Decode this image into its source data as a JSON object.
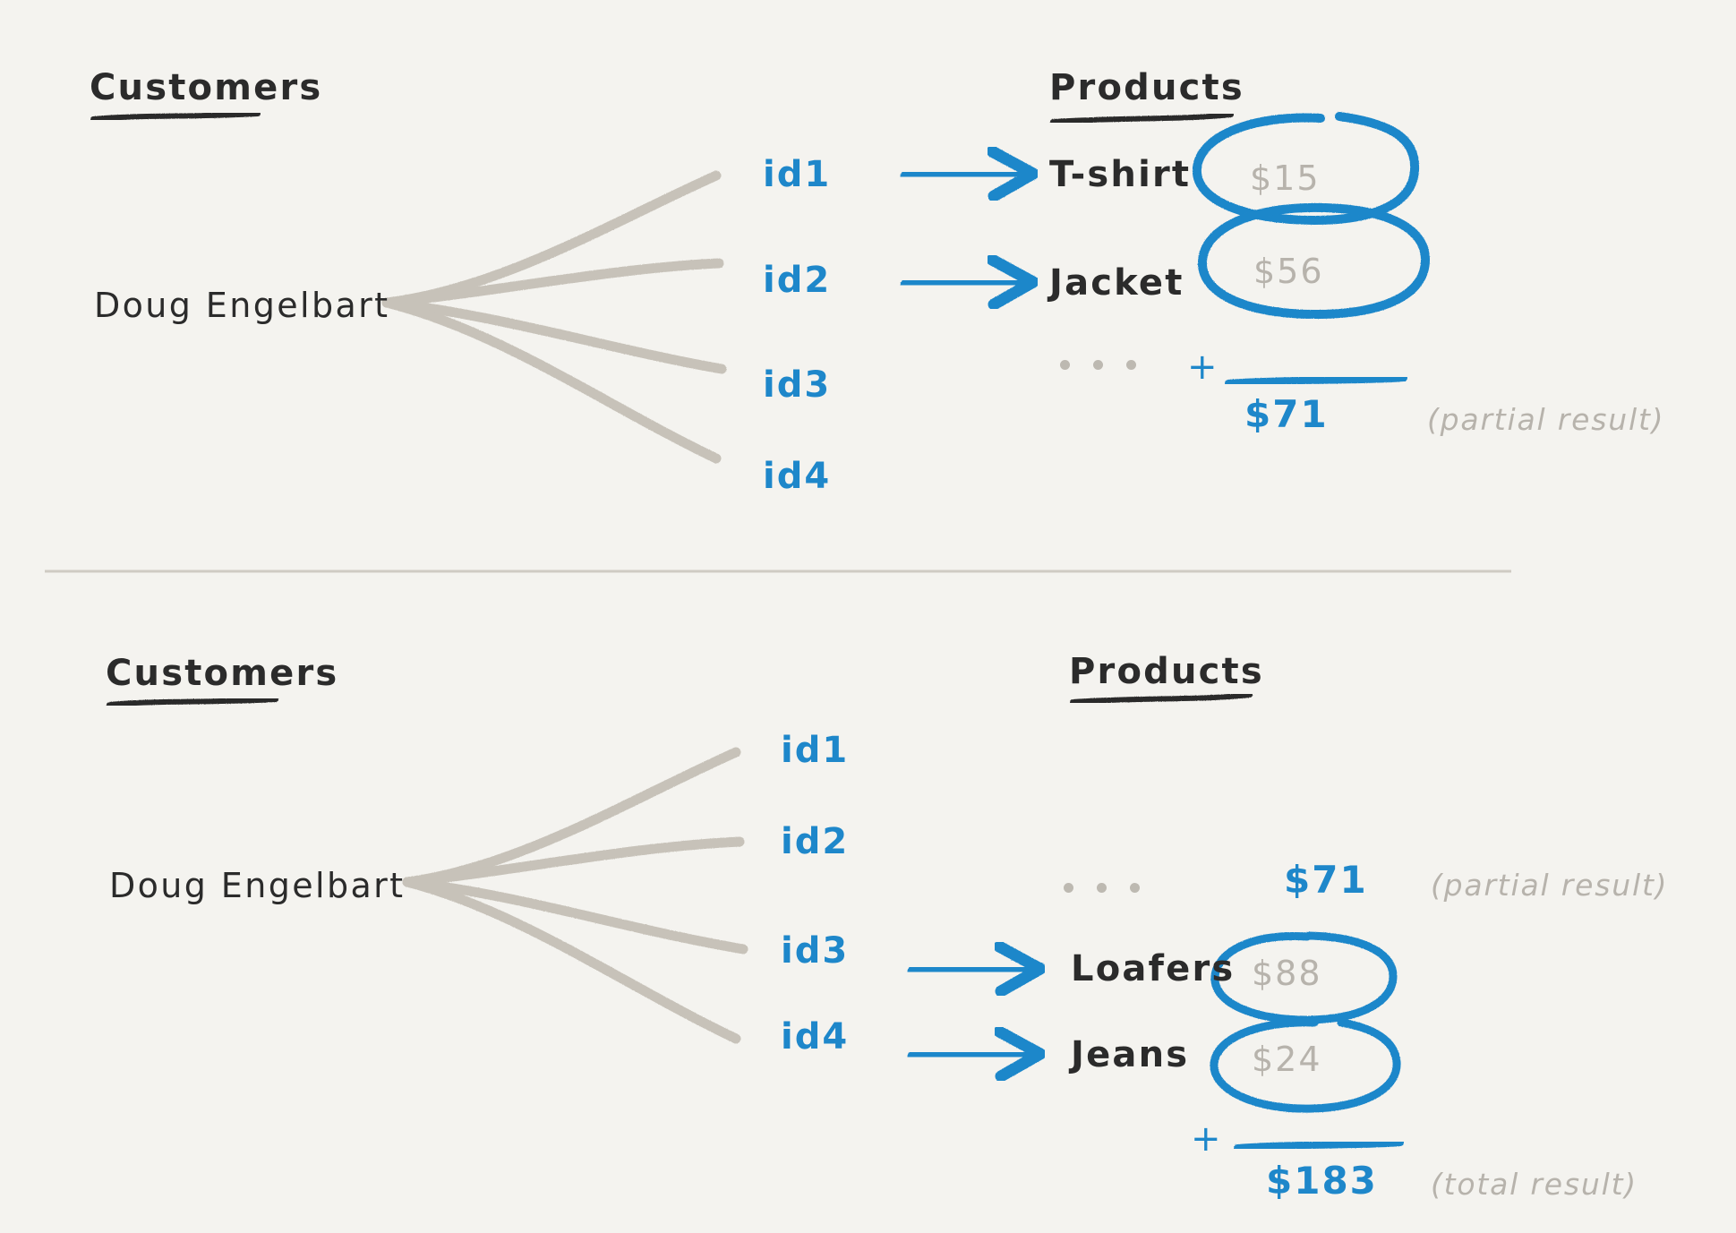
{
  "meta": {
    "background_color": "#f4f3ef",
    "ink_dark": "#2b2b2b",
    "ink_blue": "#1e87ca",
    "ink_gray": "#b7b3ac"
  },
  "panels": [
    {
      "id": "top-panel",
      "customers_header": "Customers",
      "products_header": "Products",
      "customer_name": "Doug Engelbart",
      "ids": [
        "id1",
        "id2",
        "id3",
        "id4"
      ],
      "mappings": [
        {
          "id": "id1",
          "product": "T-shirt",
          "price": "$15",
          "circled": true
        },
        {
          "id": "id2",
          "product": "Jacket",
          "price": "$56",
          "circled": true
        }
      ],
      "ellipsis": "...",
      "plus_sign": "+",
      "sum": "$71",
      "sum_note": "(partial result)"
    },
    {
      "id": "bottom-panel",
      "customers_header": "Customers",
      "products_header": "Products",
      "customer_name": "Doug Engelbart",
      "ids": [
        "id1",
        "id2",
        "id3",
        "id4"
      ],
      "mappings": [
        {
          "id": "id3",
          "product": "Loafers",
          "price": "$88",
          "circled": true
        },
        {
          "id": "id4",
          "product": "Jeans",
          "price": "$24",
          "circled": true
        }
      ],
      "ellipsis": "...",
      "carried_value": "$71",
      "carried_note": "(partial result)",
      "plus_sign": "+",
      "sum": "$183",
      "sum_note": "(total result)"
    }
  ]
}
